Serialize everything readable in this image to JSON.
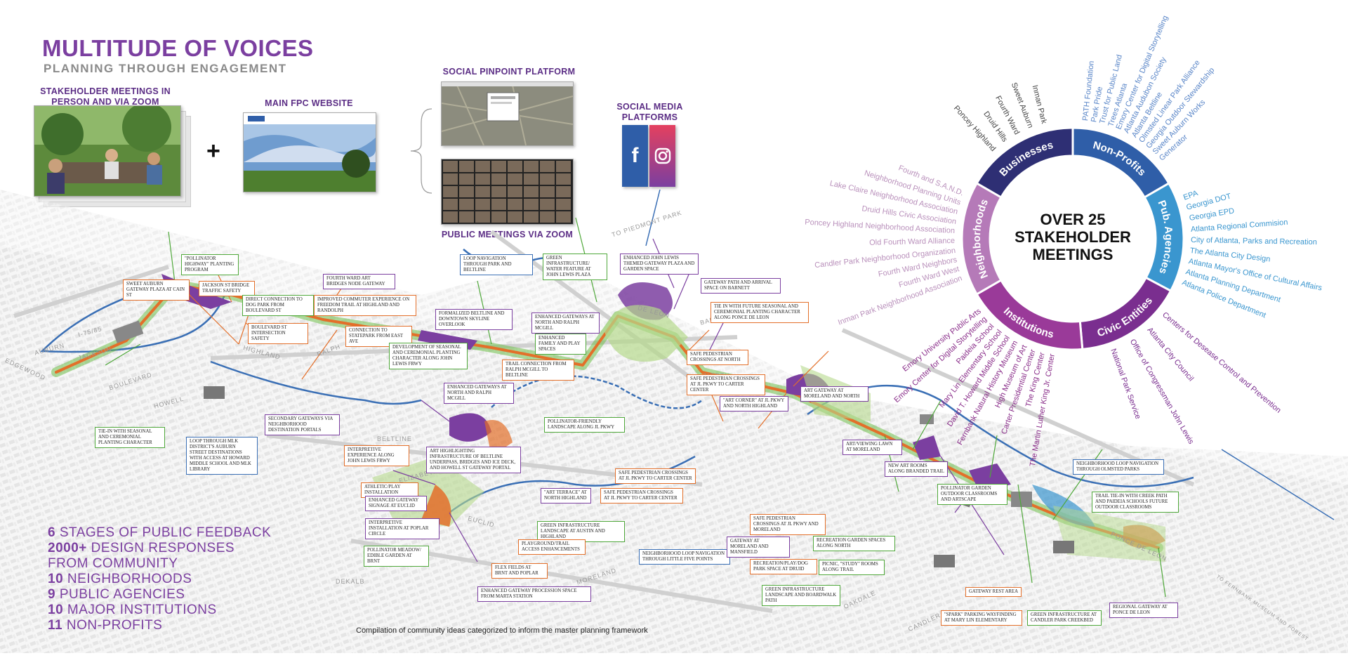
{
  "header": {
    "title": "MULTITUDE OF VOICES",
    "subtitle": "PLANNING THROUGH ENGAGEMENT"
  },
  "channels": {
    "stakeholder": "STAKEHOLDER MEETINGS IN PERSON AND VIA ZOOM",
    "plus": "+",
    "website": "MAIN FPC WEBSITE",
    "pinpoint": "SOCIAL PINPOINT PLATFORM",
    "zoom": "PUBLIC MEETINGS VIA ZOOM",
    "social": "SOCIAL MEDIA PLATFORMS",
    "facebook_glyph": "f"
  },
  "stats": [
    {
      "num": "6",
      "text": " STAGES OF PUBLIC FEEDBACK"
    },
    {
      "num": "2000+",
      "text": " DESIGN RESPONSES"
    },
    {
      "num": "",
      "text": "FROM COMMUNITY"
    },
    {
      "num": "10",
      "text": " NEIGHBORHOODS"
    },
    {
      "num": "9",
      "text": " PUBLIC AGENCIES"
    },
    {
      "num": "10",
      "text": " MAJOR INSTITUTIONS"
    },
    {
      "num": "11",
      "text": " NON-PROFITS"
    }
  ],
  "caption": "Compilation of community ideas categorized to inform the master planning framework",
  "wheel": {
    "center_lines": [
      "OVER 25",
      "STAKEHOLDER",
      "MEETINGS"
    ],
    "segments": [
      "Businesses",
      "Non-Profits",
      "Pub. Agencies",
      "Civic Entities",
      "Institutions",
      "Neighborhoods"
    ],
    "colors": {
      "businesses": "#2e2f74",
      "nonprofits": "#2f5ea8",
      "agencies": "#3a96cf",
      "civic": "#7a2e8f",
      "institutions": "#9a3a99",
      "neighborhoods": "#b57ab8"
    },
    "businesses_list": [
      "Poncey Highland",
      "Druid Hills",
      "Fourth Ward",
      "Sweet Auburn",
      "Inman Park"
    ],
    "nonprofits_list": [
      "PATH Foundation",
      "Park Pride",
      "Trust for Public Land",
      "Trees Atlanta",
      "Emory Center for Digital Storytelling",
      "Atlanta Audubon Society",
      "Atlanta Beltline",
      "Olmsted Linear Park Alliance",
      "Georgia Outdoor Stewardship",
      "Sweet Auburn Works",
      "Generator"
    ],
    "agencies_list": [
      "EPA",
      "Georgia DOT",
      "Georgia EPD",
      "Atlanta Regional Commision",
      "City of Atlanta, Parks and Recreation",
      "The Atlanta City Design",
      "Atlanta Mayor's Office of Cultural Affairs",
      "Atlanta Planning Department",
      "Atlanta Police Department"
    ],
    "civic_list": [
      "Centers for Desease Control and Prevention",
      "Atlanta City Council",
      "Office of Congressman John Lewis",
      "National Park Service"
    ],
    "institutions_list": [
      "The Martin Luther King Jr. Center",
      "The King Center",
      "Carter Presidential Center",
      "High Museum of Art",
      "Fernbank Natural History Museum",
      "David T. Howard Middle School",
      "Mary Lin Elementary School",
      "Paideia School",
      "Emory Center for Digital Storytelling",
      "Emory University Public Arts"
    ],
    "neighborhoods_list": [
      "Inman Park Neighborhood Association",
      "Fourth Ward West",
      "Fourth Ward Neighbors",
      "Candler Park Neighborhood Organization",
      "Old Fourth Ward Alliance",
      "Poncey Highland Neighborhood Association",
      "Druid Hills Civic Association",
      "Lake Claire Neighborhood Association",
      "Neighborhood Planning Units",
      "Fourth and S.A.N.D."
    ]
  },
  "streets": [
    "AUBURN",
    "JACKSON",
    "EDGEWOOD",
    "BOULEVARD",
    "HOWELL",
    "I-75/85",
    "HIGHLAND",
    "RALPH",
    "BELTLINE",
    "ELIZABETH",
    "EUCLID",
    "DEKALB",
    "MORELAND",
    "NORTH",
    "PONCE DE LEON",
    "OAKDALE",
    "CANDLER",
    "TO PIEDMONT PARK",
    "BARNETT",
    "DE LEON",
    "TO FERNBANK MUSEUM AND FOREST"
  ],
  "callouts": [
    {
      "t": "\"POLLINATOR HIGHWAY\" PLANTING PROGRAM"
    },
    {
      "t": "SWEET AUBURN GATEWAY PLAZA AT CAIN ST"
    },
    {
      "t": "JACKSON ST BRIDGE TRAFFIC SAFETY"
    },
    {
      "t": "DIRECT CONNECTION TO DOG PARK FROM BOULEVARD ST"
    },
    {
      "t": "BOULEVARD ST INTERSECTION SAFETY"
    },
    {
      "t": "FOURTH WARD ART BRIDGES NODE GATEWAY"
    },
    {
      "t": "IMPROVED COMMUTER EXPERIENCE ON FREEDOM TRAIL AT HIGHLAND AND RANDOLPH"
    },
    {
      "t": "CONNECTION TO STATEPARK FROM EAST AVE"
    },
    {
      "t": "DEVELOPMENT OF SEASONAL AND CEREMONIAL PLANTING CHARACTER ALONG JOHN LEWIS FRWY"
    },
    {
      "t": "FORMALIZED BELTLINE AND DOWNTOWN SKYLINE OVERLOOK"
    },
    {
      "t": "LOOP NAVIGATION THROUGH PARK AND BELTLINE"
    },
    {
      "t": "GREEN INFRASTRUCTURE/ WATER FEATURE AT JOHN LEWIS PLAZA"
    },
    {
      "t": "ENHANCED JOHN LEWIS THEMED GATEWAY PLAZA AND GARDEN SPACE"
    },
    {
      "t": "GATEWAY PATH AND ARRIVAL SPACE ON BARNETT"
    },
    {
      "t": "TIE IN WITH FUTURE SEASONAL AND CEREMONIAL PLANTING CHARACTER ALONG PONCE DE LEON"
    },
    {
      "t": "ENHANCED GATEWAYS AT NORTH AND RALPH MCGILL"
    },
    {
      "t": "ENHANCED FAMILY AND PLAY SPACES"
    },
    {
      "t": "TRAIL CONNECTION FROM RALPH MCGILL TO BELTLINE"
    },
    {
      "t": "ENHANCED GATEWAYS AT NORTH AND RALPH MCGILL"
    },
    {
      "t": "SAFE PEDESTRIAN CROSSINGS AT NORTH"
    },
    {
      "t": "SAFE PEDESTRIAN CROSSINGS AT JL PKWY TO CARTER CENTER"
    },
    {
      "t": "ART GATEWAY AT MORELAND AND NORTH"
    },
    {
      "t": "\"ART CORNER\" AT JL PKWY AND NORTH HIGHLAND"
    },
    {
      "t": "TIE-IN WITH SEASONAL AND CEREMONIAL PLANTING CHARACTER"
    },
    {
      "t": "LOOP THROUGH MLK DISTRICT'S AUBURN STREET DESTINATIONS WITH ACCESS AT HOWARD MIDDLE SCHOOL AND MLK LIBRARY"
    },
    {
      "t": "SECONDARY GATEWAYS VIA NEIGHBORHOOD DESTINATION PORTALS"
    },
    {
      "t": "INTERPRETIVE EXPERIENCE ALONG JOHN LEWIS FRWY"
    },
    {
      "t": "ART HIGHLIGHTING INFRASTRUCTURE OF BELTLINE UNDERPASS, BRIDGES AND ICE DECK, AND HOWELL ST GATEWAY PORTAL"
    },
    {
      "t": "POLLINATOR-FRIENDLY LANDSCAPE ALONG JL PKWY"
    },
    {
      "t": "SAFE PEDESTRIAN CROSSINGS AT JL PKWY TO CARTER CENTER"
    },
    {
      "t": "SAFE PEDESTRIAN CROSSINGS AT JL PKWY TO CARTER CENTER"
    },
    {
      "t": "ART/VIEWING LAWN AT MORELAND"
    },
    {
      "t": "NEW ART ROOMS ALONG BRANDED TRAIL"
    },
    {
      "t": "NEIGHBORHOOD LOOP NAVIGATION THROUGH OLMSTED PARKS"
    },
    {
      "t": "TRAIL TIE-IN WITH CREEK PATH AND PAIDEIA SCHOOLS FUTURE OUTDOOR CLASSROOMS"
    },
    {
      "t": "POLLINATOR GARDEN OUTDOOR CLASSROOMS AND ARTSCAPE"
    },
    {
      "t": "ATHLETIC/PLAY INSTALLATION"
    },
    {
      "t": "ENHANCED GATEWAY SIGNAGE AT EUCLID"
    },
    {
      "t": "\"ART TERRACE\" AT NORTH HIGHLAND"
    },
    {
      "t": "INTERPRETIVE INSTALLATION AT POPLAR CIRCLE"
    },
    {
      "t": "GREEN INFRASTRUCTURE LANDSCAPE AT AUSTIN AND HIGHLAND"
    },
    {
      "t": "PLAYGROUND/TRAIL ACCESS ENHANCEMENTS"
    },
    {
      "t": "POLLINATOR MEADOW/ EDIBLE GARDEN AT BRNT"
    },
    {
      "t": "FLEX FIELDS AT BRNT AND POPLAR"
    },
    {
      "t": "ENHANCED GATEWAY PROCESSION SPACE FROM MARTA STATION"
    },
    {
      "t": "NEIGHBORHOOD LOOP NAVIGATION THROUGH LITTLE FIVE POINTS"
    },
    {
      "t": "GATEWAY AT MORELAND AND MANSFIELD"
    },
    {
      "t": "SAFE PEDESTRIAN CROSSINGS AT JL PKWY AND MORELAND"
    },
    {
      "t": "RECREATION GARDEN SPACES ALONG NORTH"
    },
    {
      "t": "RECREATION/PLAY/DOG PARK SPACE AT DRUID"
    },
    {
      "t": "PICNIC, \"STUDY\" ROOMS ALONG TRAIL"
    },
    {
      "t": "GREEN INFRASTRUCTURE LANDSCAPE AND BOARDWALK PATH"
    },
    {
      "t": "GATEWAY REST AREA"
    },
    {
      "t": "\"SPARK\" PARKING WAYFINDING AT MARY LIN ELEMENTARY"
    },
    {
      "t": "GREEN INFRASTRUCTURE AT CANDLER PARK CREEKBED"
    },
    {
      "t": "REGIONAL GATEWAY AT PONCE DE LEON"
    }
  ]
}
